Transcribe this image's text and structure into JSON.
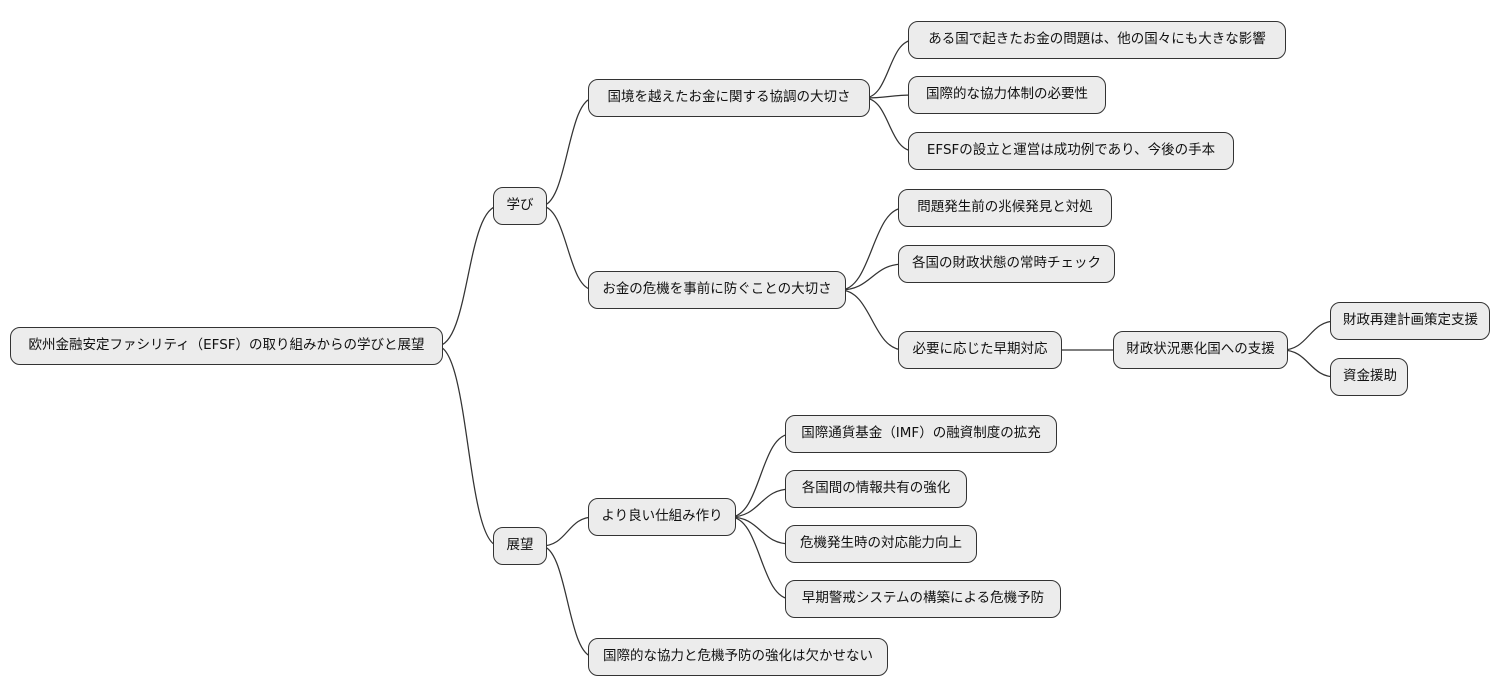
{
  "diagram": {
    "type": "mindmap",
    "orientation": "left-to-right",
    "style": {
      "node_fill": "#ececec",
      "node_border": "#333333",
      "edge_color": "#333333",
      "background": "#ffffff",
      "text_color": "#111111"
    }
  },
  "mindmap": {
    "label": "欧州金融安定ファシリティ（EFSF）の取り組みからの学びと展望",
    "children": [
      {
        "label": "学び",
        "children": [
          {
            "label": "国境を越えたお金に関する協調の大切さ",
            "children": [
              {
                "label": "ある国で起きたお金の問題は、他の国々にも大きな影響"
              },
              {
                "label": "国際的な協力体制の必要性"
              },
              {
                "label": "EFSFの設立と運営は成功例であり、今後の手本"
              }
            ]
          },
          {
            "label": "お金の危機を事前に防ぐことの大切さ",
            "children": [
              {
                "label": "問題発生前の兆候発見と対処"
              },
              {
                "label": "各国の財政状態の常時チェック"
              },
              {
                "label": "必要に応じた早期対応",
                "children": [
                  {
                    "label": "財政状況悪化国への支援",
                    "children": [
                      {
                        "label": "財政再建計画策定支援"
                      },
                      {
                        "label": "資金援助"
                      }
                    ]
                  }
                ]
              }
            ]
          }
        ]
      },
      {
        "label": "展望",
        "children": [
          {
            "label": "より良い仕組み作り",
            "children": [
              {
                "label": "国際通貨基金（IMF）の融資制度の拡充"
              },
              {
                "label": "各国間の情報共有の強化"
              },
              {
                "label": "危機発生時の対応能力向上"
              },
              {
                "label": "早期警戒システムの構築による危機予防"
              }
            ]
          },
          {
            "label": "国際的な協力と危機予防の強化は欠かせない"
          }
        ]
      }
    ]
  }
}
